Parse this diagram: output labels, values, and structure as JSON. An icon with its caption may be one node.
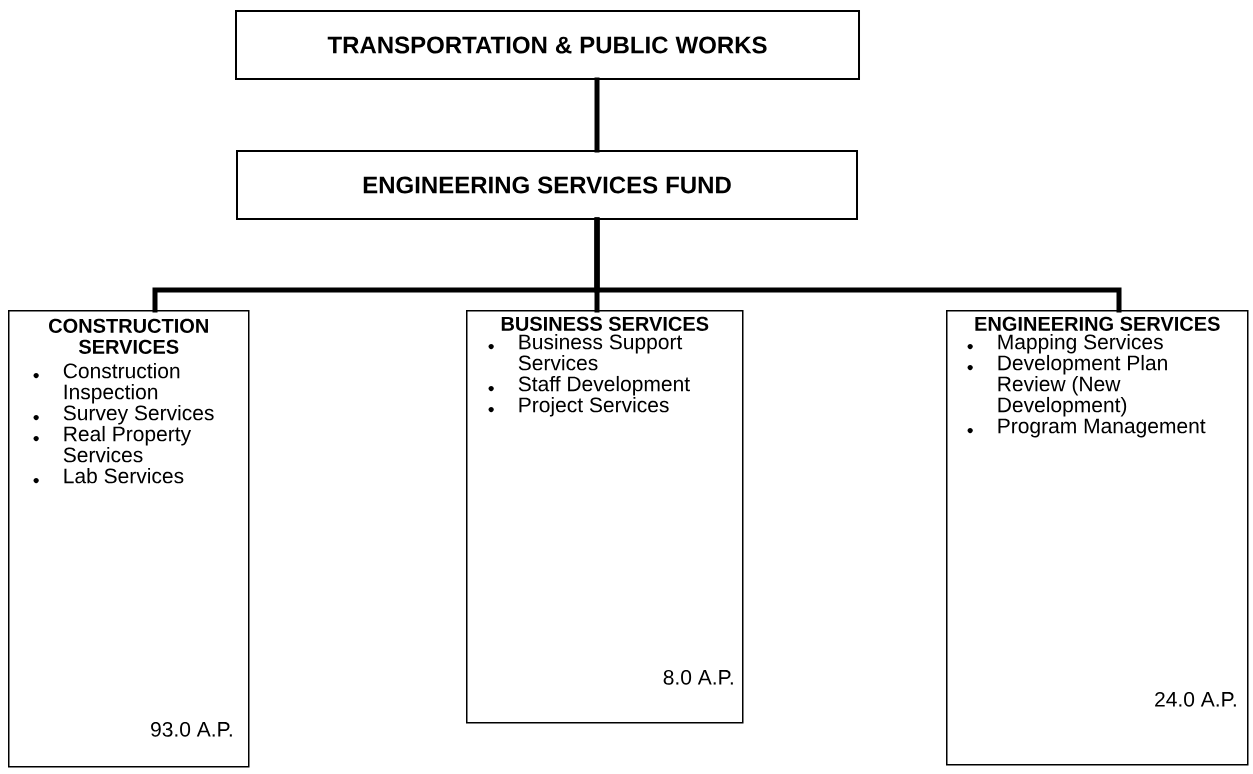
{
  "diagram": {
    "nodes": [
      {
        "text": [
          "TRANSPORTATION & PUBLIC WORKS"
        ]
      },
      {
        "text": [
          "ENGINEERING SERVICES FUND"
        ]
      },
      {
        "text": [
          "CONSTRUCTION SERVICES",
          "Construction Inspection",
          "Survey Services",
          "Real Property Services",
          "Lab Services",
          "93.0 A.P."
        ]
      },
      {
        "text": [
          "BUSINESS SERVICES",
          "Business Support Services",
          "Staff Development",
          "Project Services",
          "8.0 A.P."
        ]
      },
      {
        "text": [
          "ENGINEERING SERVICES",
          "Mapping Services",
          "Development Plan Review (New Development)",
          "Program Management",
          "24.0 A.P."
        ]
      }
    ],
    "edges": [
      {
        "from": 0,
        "to": 1,
        "arrow": "none"
      },
      {
        "from": 1,
        "to": 2,
        "arrow": "none"
      },
      {
        "from": 1,
        "to": 3,
        "arrow": "none"
      },
      {
        "from": 1,
        "to": 4,
        "arrow": "none"
      }
    ]
  }
}
